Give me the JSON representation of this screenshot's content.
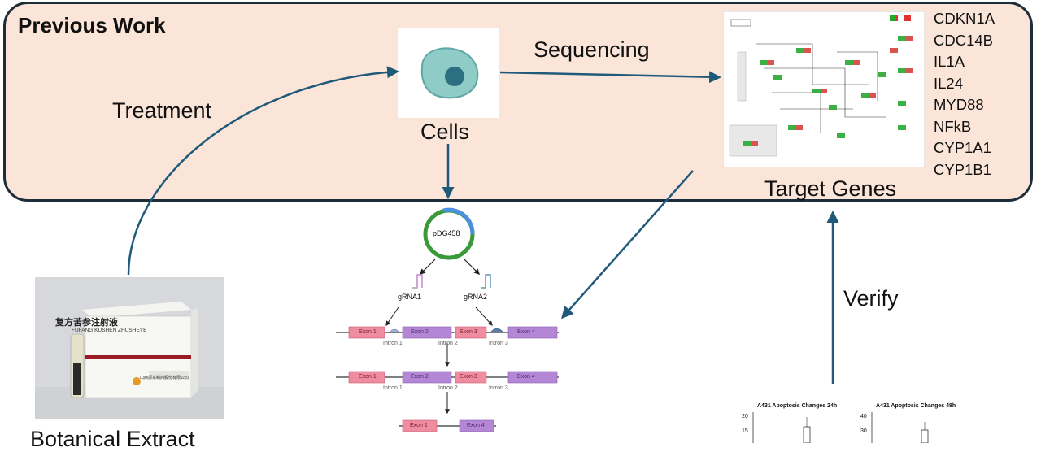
{
  "panel": {
    "title": "Previous Work"
  },
  "labels": {
    "treatment": "Treatment",
    "sequencing": "Sequencing",
    "cells": "Cells",
    "target_genes": "Target Genes",
    "verify": "Verify",
    "botanical_extract": "Botanical Extract"
  },
  "genes": [
    "CDKN1A",
    "CDC14B",
    "IL1A",
    "IL24",
    "MYD88",
    "NFkB",
    "CYP1A1",
    "CYP1B1"
  ],
  "crispr": {
    "plasmid": "pDG458",
    "grna1": "gRNA1",
    "grna2": "gRNA2",
    "exon1": "Exon 1",
    "exon2": "Exon 2",
    "exon3": "Exon 3",
    "exon4": "Exon 4",
    "intron1": "Intron 1",
    "intron2": "Intron 2",
    "intron3": "Intron 3"
  },
  "box": {
    "name_cn": "复方苦参注射液",
    "name_pinyin": "FUFANG KUSHEN ZHUSHEYE",
    "maker": "山西振东制药股份有限公司"
  },
  "charts": {
    "left_title": "A431 Apoptosis Changes 24h",
    "right_title": "A431 Apoptosis Changes 48h",
    "left_ticks": [
      "20",
      "15"
    ],
    "right_ticks": [
      "40",
      "30"
    ]
  },
  "colors": {
    "arrow": "#1f5a7a",
    "exon_pink": "#f08ca0",
    "exon_purple": "#b487d6",
    "panel_bg": "#fbe5d8"
  }
}
